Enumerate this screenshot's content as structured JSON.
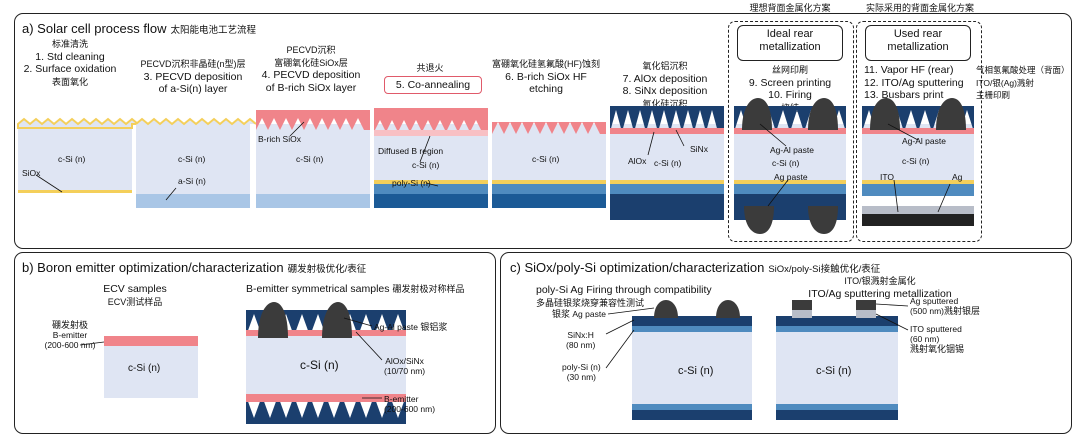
{
  "panel_a": {
    "title": "a) Solar cell process flow",
    "title_cn": "太阳能电池工艺流程",
    "header_cn_ideal": "理想背面金属化方案",
    "header_cn_used": "实际采用的背面金属化方案",
    "box_ideal": "Ideal rear metallization",
    "box_used": "Used rear metallization",
    "steps": [
      {
        "cn_top": "标准清洗",
        "lines": [
          "1. Std cleaning",
          "2. Surface oxidation"
        ],
        "cn_bottom": "表面氧化"
      },
      {
        "cn_top": "PECVD沉积非晶硅(n型)层",
        "lines": [
          "3. PECVD deposition",
          "of a-Si(n) layer"
        ],
        "cn_bottom": ""
      },
      {
        "cn_top": "PECVD沉积",
        "cn_top2": "富硼氧化硅SiOx层",
        "lines": [
          "4. PECVD deposition",
          "of B-rich SiOx layer"
        ],
        "cn_bottom": ""
      },
      {
        "cn_top": "共退火",
        "lines": [
          "5. Co-annealing"
        ],
        "cn_bottom": ""
      },
      {
        "cn_top": "富硼氧化硅氢氟酸(HF)蚀刻",
        "lines": [
          "6. B-rich SiOx HF",
          "etching"
        ],
        "cn_bottom": ""
      },
      {
        "cn_top": "氧化铝沉积",
        "lines": [
          "7. AlOx deposition",
          "8. SiNx deposition"
        ],
        "cn_bottom": "氮化硅沉积"
      },
      {
        "cn_top": "丝网印刷",
        "lines": [
          "9. Screen printing",
          "10. Firing"
        ],
        "cn_bottom": "烧结"
      },
      {
        "lines": [
          "11. Vapor HF (rear)",
          "12. ITO/Ag sputtering",
          "13. Busbars print"
        ],
        "cn_side": [
          "气相氢氟酸处理（背面）",
          "ITO/银(Ag)溅射",
          "主栅印刷"
        ]
      }
    ],
    "labels": {
      "csi": "c-Si (n)",
      "siox": "SiOx",
      "asi": "a-Si (n)",
      "brich": "B-rich SiOx",
      "diffused": "Diffused B region",
      "polysi": "poly-Si (n)",
      "alox": "AlOx",
      "sinx": "SiNx",
      "agal": "Ag-Al paste",
      "ag_paste": "Ag paste",
      "ito": "ITO",
      "ag": "Ag"
    }
  },
  "panel_b": {
    "title": "b) Boron emitter optimization/characterization",
    "title_cn": "硼发射极优化/表征",
    "ecv_title": "ECV samples",
    "ecv_cn": "ECV测试样品",
    "sym_title": "B-emitter symmetrical samples",
    "sym_cn": "硼发射极对称样品",
    "emitter_cn": "硼发射极",
    "emitter_lines": [
      "B-emitter",
      "(200-600 nm)"
    ],
    "csi": "c-Si (n)",
    "agal": "Ag-Al paste",
    "agal_cn": "银铝浆",
    "alox_sinx": [
      "AlOx/SiNx",
      "(10/70 nm)"
    ],
    "bemitter_bottom": [
      "B-emitter",
      "(200-600 nm)"
    ]
  },
  "panel_c": {
    "title": "c) SiOx/poly-Si optimization/characterization",
    "title_cn": "SiOx/poly-Si接触优化/表征",
    "left_title": "poly-Si Ag Firing through compatibility",
    "left_cn": "多晶硅银浆烧穿兼容性测试",
    "right_title_cn": "ITO/银溅射金属化",
    "right_title": "ITO/Ag sputtering metallization",
    "ag_paste_cn": "银浆",
    "ag_paste": "Ag paste",
    "sinx_lines": [
      "SiNx:H",
      "(80 nm)"
    ],
    "polysi_lines": [
      "poly-Si (n)",
      "(30 nm)"
    ],
    "csi": "c-Si (n)",
    "ag_sputtered": [
      "Ag sputtered",
      "(500 nm)"
    ],
    "ag_sputtered_cn": "溅射银层",
    "ito_sputtered": [
      "ITO sputtered",
      "(60 nm)"
    ],
    "ito_cn": "溅射氧化铟锡"
  },
  "colors": {
    "csi": "#dfe5f3",
    "pink": "#f0848a",
    "darkblue": "#1b3f6e",
    "polysi": "#4f8bbf",
    "yellow": "#f4cf5a",
    "paste": "#3b3b3b",
    "ito": "#b8bdc8"
  }
}
